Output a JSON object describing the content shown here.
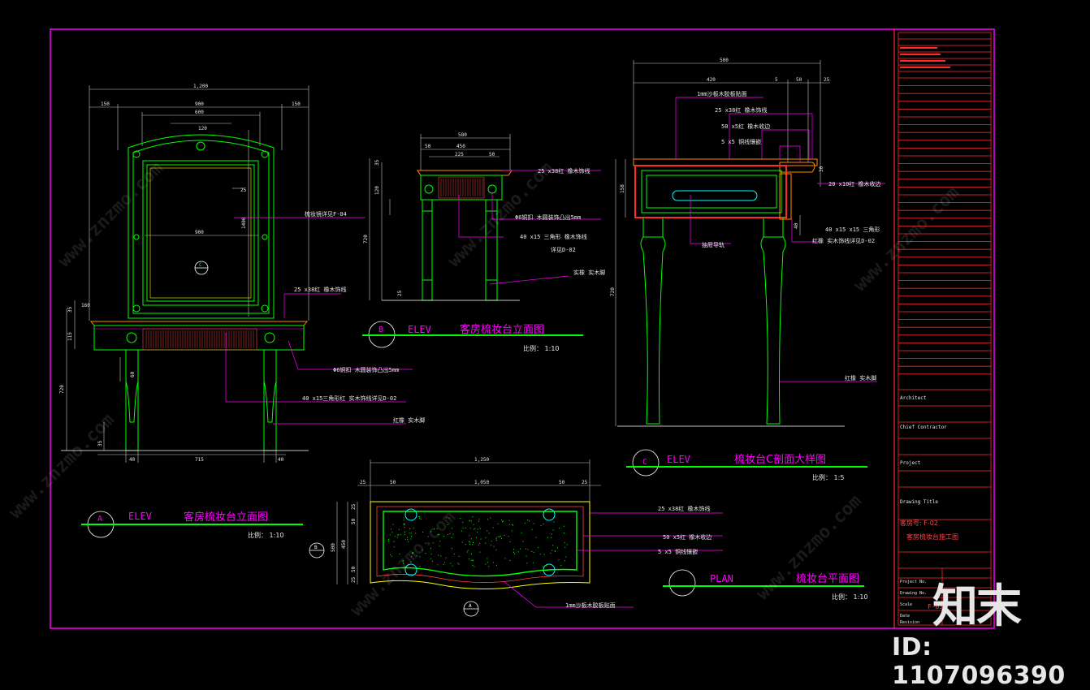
{
  "colors": {
    "frame": "#ff00ff",
    "titleblock": "#ff2a2a",
    "object": "#00ff00",
    "dimension": "#c7c7c7",
    "leader": "#ff00ff",
    "text": "#e6e6e6",
    "yellow": "#ffff00",
    "cyan": "#00ffff"
  },
  "viewA": {
    "dims": {
      "overall": "1,200",
      "left_off": "150",
      "mid": "900",
      "right_off": "150",
      "top_arch": "600",
      "top_small": "120",
      "inner": "900",
      "h1": "25",
      "vert": "1400"
    },
    "labels": {
      "mirror": "梳妆镜详见F-04",
      "edge1": "25 x38红 橡木饰线",
      "knob": "Φ6铜扣  木圆装饰凸出5mm",
      "triangle": "40 x15三角形红 实木饰线详见D-02",
      "leg": "红橡 实木脚"
    },
    "bottom_dims": {
      "a": "40",
      "b": "715",
      "c": "40"
    },
    "side_dims": [
      "35",
      "115",
      "720",
      "60",
      "35",
      "160"
    ],
    "caption": {
      "letter": "A",
      "code": "ELEV",
      "title": "客房梳妆台立面图",
      "scale": "比例：  1:10"
    }
  },
  "viewB": {
    "dims": {
      "overall": "580",
      "a": "50",
      "b": "450",
      "c": "225",
      "d": "50"
    },
    "labels": {
      "edge": "25 x38红 橡木饰线",
      "knob": "Φ6铜扣  木圆装饰凸出5mm",
      "triangle": "40 x15 三角形  橡木饰线",
      "triangle2": "详见D-02",
      "leg": "实橡 实木脚"
    },
    "side_dims": [
      "35",
      "120",
      "720",
      "25"
    ],
    "caption": {
      "letter": "B",
      "code": "ELEV",
      "title": "客房梳妆台立面图",
      "scale": "比例：  1:10"
    }
  },
  "viewC": {
    "dims": {
      "overall": "500",
      "a": "420",
      "b": "5",
      "c": "50",
      "d": "25"
    },
    "labels": {
      "top": "1mm沙板木胶板贴面",
      "edge": "25 x38红 橡木饰线",
      "strip": "50 x5红 橡木收边",
      "line": "5 x5 铜线镶嵌",
      "edge2": "20 x10红 橡木收边",
      "rail": "抽屉导轨",
      "triangle": "40 x15 x15 三角形",
      "triangle2": "红橡 实木饰线详见D-02",
      "leg": "红橡 实木脚"
    },
    "side_dims": [
      "158",
      "720",
      "30",
      "40"
    ],
    "caption": {
      "letter": "C",
      "code": "ELEV",
      "title": "梳妆台C剖面大样图",
      "scale": "比例：  1:5"
    }
  },
  "plan": {
    "dims": {
      "overall": "1,250",
      "a": "25",
      "b": "50",
      "c": "1,050",
      "d": "50",
      "e": "25"
    },
    "side_dims": [
      "25",
      "50",
      "450",
      "500",
      "50",
      "25"
    ],
    "labels": {
      "edge": "25 x38红 橡木饰线",
      "strip": "50 x5红 橡木收边",
      "line": "5 x5 铜线镶嵌",
      "top": "1mm沙板木胶板贴面"
    },
    "caption": {
      "code": "PLAN",
      "title": "梳妆台平面图",
      "scale": "比例：  1:10"
    }
  },
  "titleblock": {
    "items": [
      "Project No.",
      "Drawing No.",
      "Scale",
      "Date",
      "Revision"
    ],
    "room": "客房号:   F-02",
    "drawing_name": "客房梳妆台施工图",
    "sheet": "F-03"
  },
  "watermark": {
    "brand": "知末",
    "url": "www.znzmo.com",
    "id": "ID: 1107096390"
  }
}
